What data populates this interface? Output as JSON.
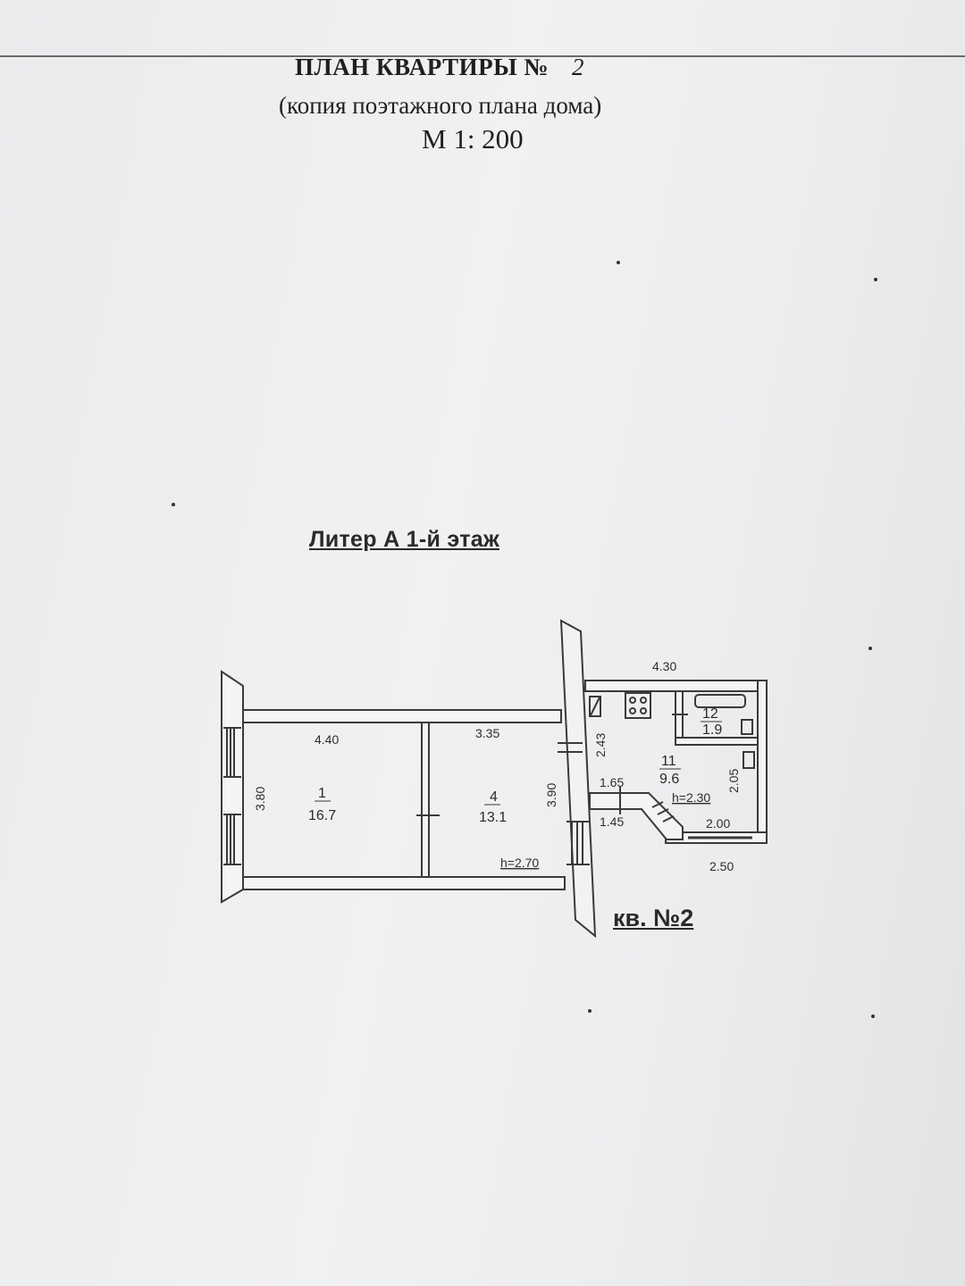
{
  "header": {
    "title": "ПЛАН КВАРТИРЫ №",
    "number": "2",
    "subtitle": "(копия поэтажного плана дома)",
    "scale": "М 1: 200"
  },
  "floor_label": "Литер А  1-й этаж",
  "apartment_label": "кв. №2",
  "rooms": [
    {
      "number": "1",
      "area": "16.7"
    },
    {
      "number": "4",
      "area": "13.1"
    },
    {
      "number": "11",
      "area": "9.6"
    },
    {
      "number": "12",
      "area": "1.9"
    }
  ],
  "dimensions": {
    "room1_width": "4.40",
    "room1_depth": "3.80",
    "room4_width": "3.35",
    "room4_depth": "3.90",
    "height_main": "h=2.70",
    "kitchen_width": "4.30",
    "kitchen_side": "2.43",
    "corridor_top": "1.65",
    "corridor_bottom": "1.45",
    "height_kitchen": "h=2.30",
    "bath_side": "2.05",
    "kitchen_bottom": "2.00",
    "outer_bottom": "2.50"
  }
}
